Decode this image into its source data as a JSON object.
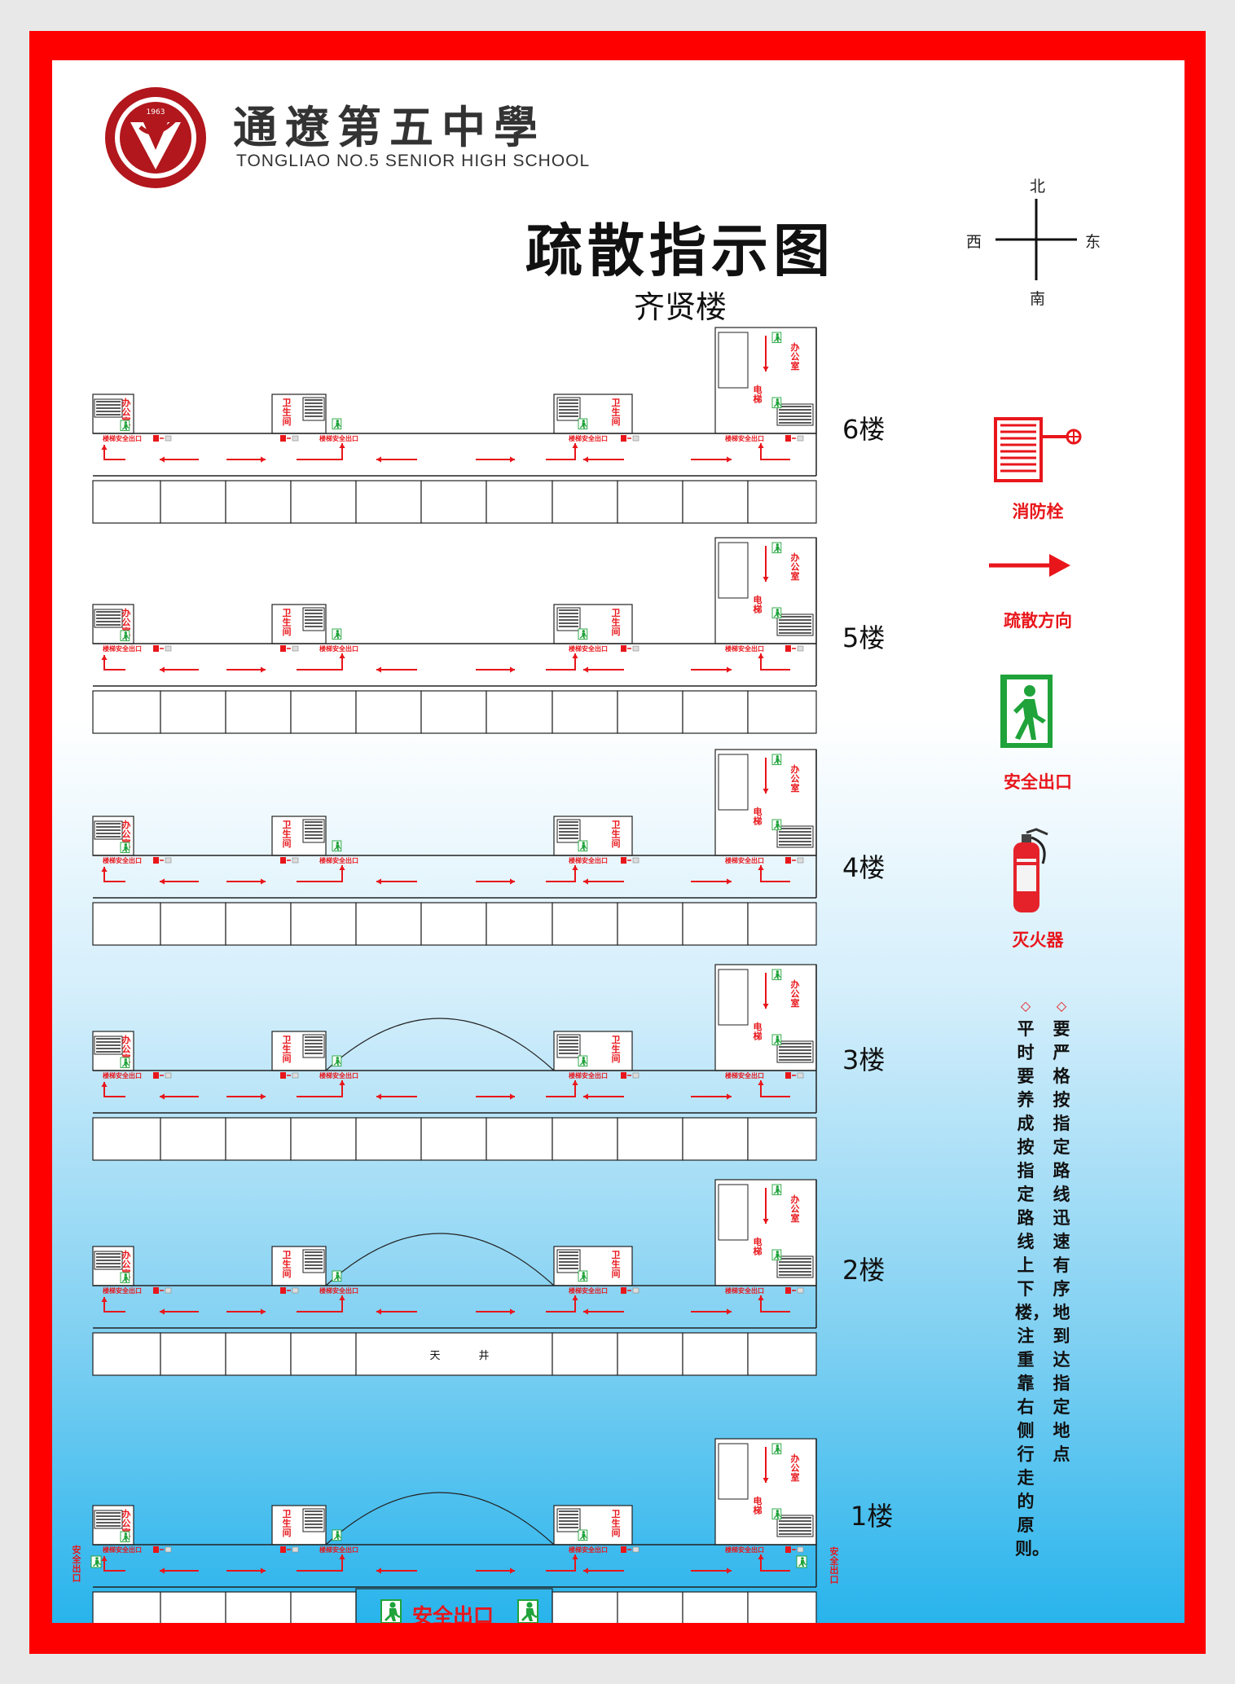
{
  "school": {
    "name_cn": "通遼第五中學",
    "name_en": "TONGLIAO NO.5 SENIOR HIGH SCHOOL",
    "logo_year": "1963"
  },
  "title": "疏散指示图",
  "building": "齐贤楼",
  "compass": {
    "north": "北",
    "south": "南",
    "east": "东",
    "west": "西"
  },
  "floors": [
    {
      "label": "6楼"
    },
    {
      "label": "5楼"
    },
    {
      "label": "4楼"
    },
    {
      "label": "3楼"
    },
    {
      "label": "2楼"
    },
    {
      "label": "1楼"
    }
  ],
  "room_labels": {
    "office": "办公室",
    "restroom": "卫生间",
    "elevator": "电梯",
    "stair_exit": "楼梯安全出口",
    "atrium_left": "天",
    "atrium_right": "井",
    "side_exit": "安全出口",
    "main_exit": "安全出口"
  },
  "legend": {
    "hydrant": "消防栓",
    "direction": "疏散方向",
    "exit": "安全出口",
    "extinguisher": "灭火器"
  },
  "rules": [
    "要严格按指定路线迅速有序地到达指定地点",
    "平时要养成按指定路线上下楼，注重靠右侧行走的原则。"
  ],
  "colors": {
    "frame": "#ff0000",
    "accent": "#e8161b",
    "exit_green": "#1fa33a"
  }
}
